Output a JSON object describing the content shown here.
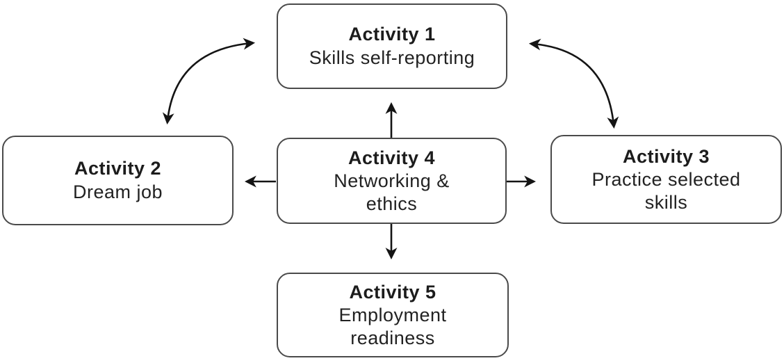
{
  "diagram": {
    "colors": {
      "background": "#ffffff",
      "box_border": "#4a4a4a",
      "text": "#1c1c1c",
      "arrow": "#141414"
    },
    "nodes": [
      {
        "id": "activity-1",
        "title": "Activity 1",
        "subtitle": "Skills self-reporting"
      },
      {
        "id": "activity-2",
        "title": "Activity 2",
        "subtitle": "Dream job"
      },
      {
        "id": "activity-3",
        "title": "Activity 3",
        "subtitle": "Practice selected\nskills"
      },
      {
        "id": "activity-4",
        "title": "Activity 4",
        "subtitle": "Networking &\nethics"
      },
      {
        "id": "activity-5",
        "title": "Activity 5",
        "subtitle": "Employment\nreadiness"
      }
    ],
    "connections": [
      {
        "from": "activity-2",
        "to": "activity-1",
        "style": "curved",
        "bidirectional": true
      },
      {
        "from": "activity-1",
        "to": "activity-3",
        "style": "curved",
        "bidirectional": true
      },
      {
        "from": "activity-4",
        "to": "activity-1",
        "style": "straight",
        "bidirectional": false
      },
      {
        "from": "activity-4",
        "to": "activity-2",
        "style": "straight",
        "bidirectional": false
      },
      {
        "from": "activity-4",
        "to": "activity-3",
        "style": "straight",
        "bidirectional": false
      },
      {
        "from": "activity-4",
        "to": "activity-5",
        "style": "straight",
        "bidirectional": false
      }
    ]
  }
}
